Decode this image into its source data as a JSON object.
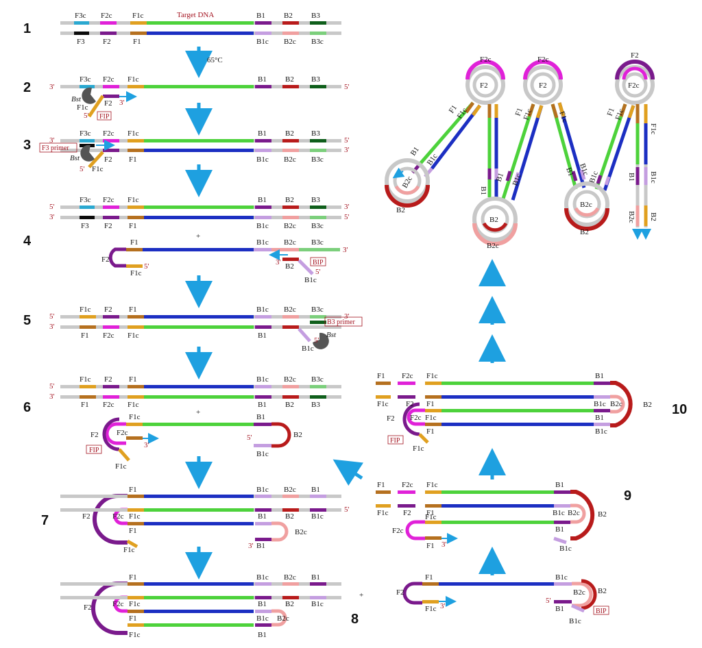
{
  "title": "Target DNA",
  "temperature": "65°C",
  "steps": [
    "1",
    "2",
    "3",
    "4",
    "5",
    "6",
    "7",
    "8",
    "9",
    "10"
  ],
  "labels": {
    "bst": "Bst",
    "fip": "FIP",
    "bip": "BIP",
    "f3primer": "F3 primer",
    "b3primer": "B3 primer",
    "p5": "5'",
    "p3": "3'",
    "plus": "+"
  },
  "colors": {
    "gray": "#c8c8c8",
    "green": "#4dd23b",
    "blue": "#1c2fc2",
    "orange": "#e0a020",
    "brown": "#b5701f",
    "magenta": "#e021d8",
    "purple": "#7a1a8c",
    "lilac": "#c49ee0",
    "cyan": "#2aa8d0",
    "black": "#0b0b0b",
    "darkred": "#b81b1b",
    "pink": "#f0a0a0",
    "darkgreen": "#0e5e1a",
    "lightgreen": "#7ccf7c",
    "arrow": "#1ea0e0",
    "primelabel": "#a3121f"
  }
}
